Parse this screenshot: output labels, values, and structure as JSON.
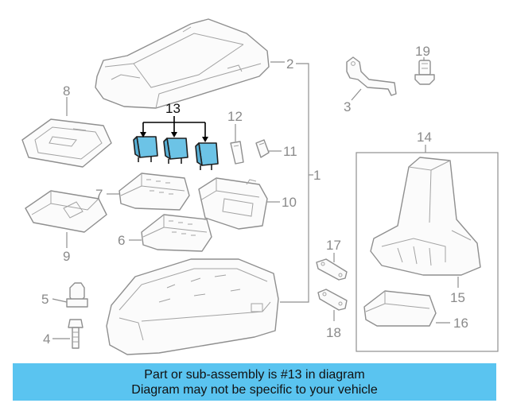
{
  "diagram": {
    "highlight_color": "#6cc3e6",
    "callouts": [
      {
        "id": "1",
        "label": "1"
      },
      {
        "id": "2",
        "label": "2"
      },
      {
        "id": "3",
        "label": "3"
      },
      {
        "id": "4",
        "label": "4"
      },
      {
        "id": "5",
        "label": "5"
      },
      {
        "id": "6",
        "label": "6"
      },
      {
        "id": "7",
        "label": "7"
      },
      {
        "id": "8",
        "label": "8"
      },
      {
        "id": "9",
        "label": "9"
      },
      {
        "id": "10",
        "label": "10"
      },
      {
        "id": "11",
        "label": "11"
      },
      {
        "id": "12",
        "label": "12"
      },
      {
        "id": "13",
        "label": "13"
      },
      {
        "id": "14",
        "label": "14"
      },
      {
        "id": "15",
        "label": "15"
      },
      {
        "id": "16",
        "label": "16"
      },
      {
        "id": "17",
        "label": "17"
      },
      {
        "id": "18",
        "label": "18"
      },
      {
        "id": "19",
        "label": "19"
      }
    ]
  },
  "banner": {
    "line1": "Part or sub-assembly is #13 in diagram",
    "line2": "Diagram may not be specific to your vehicle",
    "color": "#5ac4f0"
  }
}
